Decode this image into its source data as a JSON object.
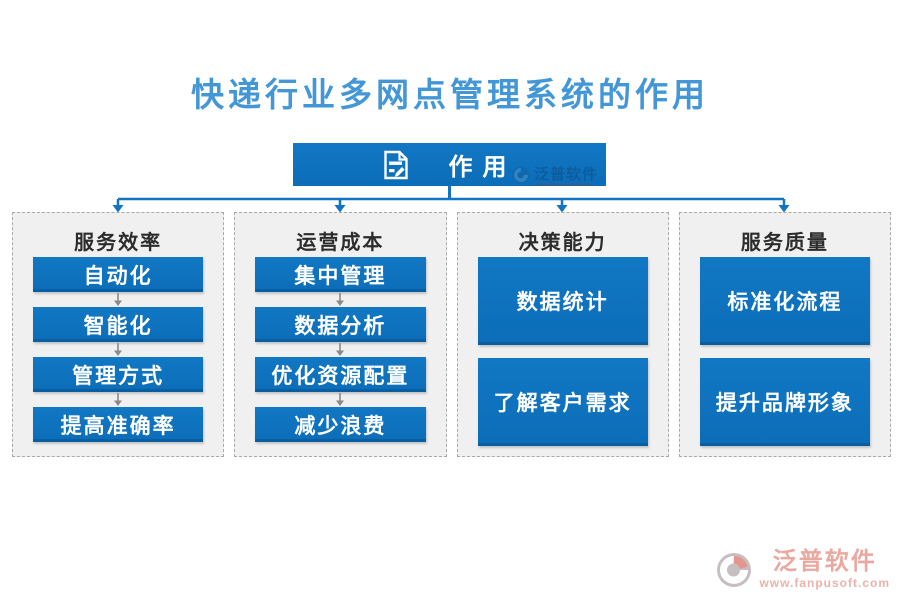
{
  "title": "快递行业多网点管理系统的作用",
  "root": {
    "label": "作用",
    "icon": "document-edit-icon"
  },
  "columns": [
    {
      "id": "service-efficiency",
      "header": "服务效率",
      "size": "small",
      "items": [
        "自动化",
        "智能化",
        "管理方式",
        "提高准确率"
      ]
    },
    {
      "id": "operating-cost",
      "header": "运营成本",
      "size": "small",
      "items": [
        "集中管理",
        "数据分析",
        "优化资源配置",
        "减少浪费"
      ]
    },
    {
      "id": "decision-ability",
      "header": "决策能力",
      "size": "large",
      "items": [
        "数据统计",
        "了解客户需求"
      ]
    },
    {
      "id": "service-quality",
      "header": "服务质量",
      "size": "large",
      "items": [
        "标准化流程",
        "提升品牌形象"
      ]
    }
  ],
  "watermark": {
    "brand": "泛普软件",
    "url": "www.fanpusoft.com"
  },
  "colors": {
    "title_blue": "#4497d6",
    "node_blue": "#0d71bd",
    "connector_blue": "#1174c4",
    "column_bg": "#f0f0f0",
    "column_border": "#a9a9a9",
    "header_text": "#2c2c2c",
    "item_arrow_gray": "#8a8a8a",
    "watermark_salmon": "#e8998f"
  }
}
